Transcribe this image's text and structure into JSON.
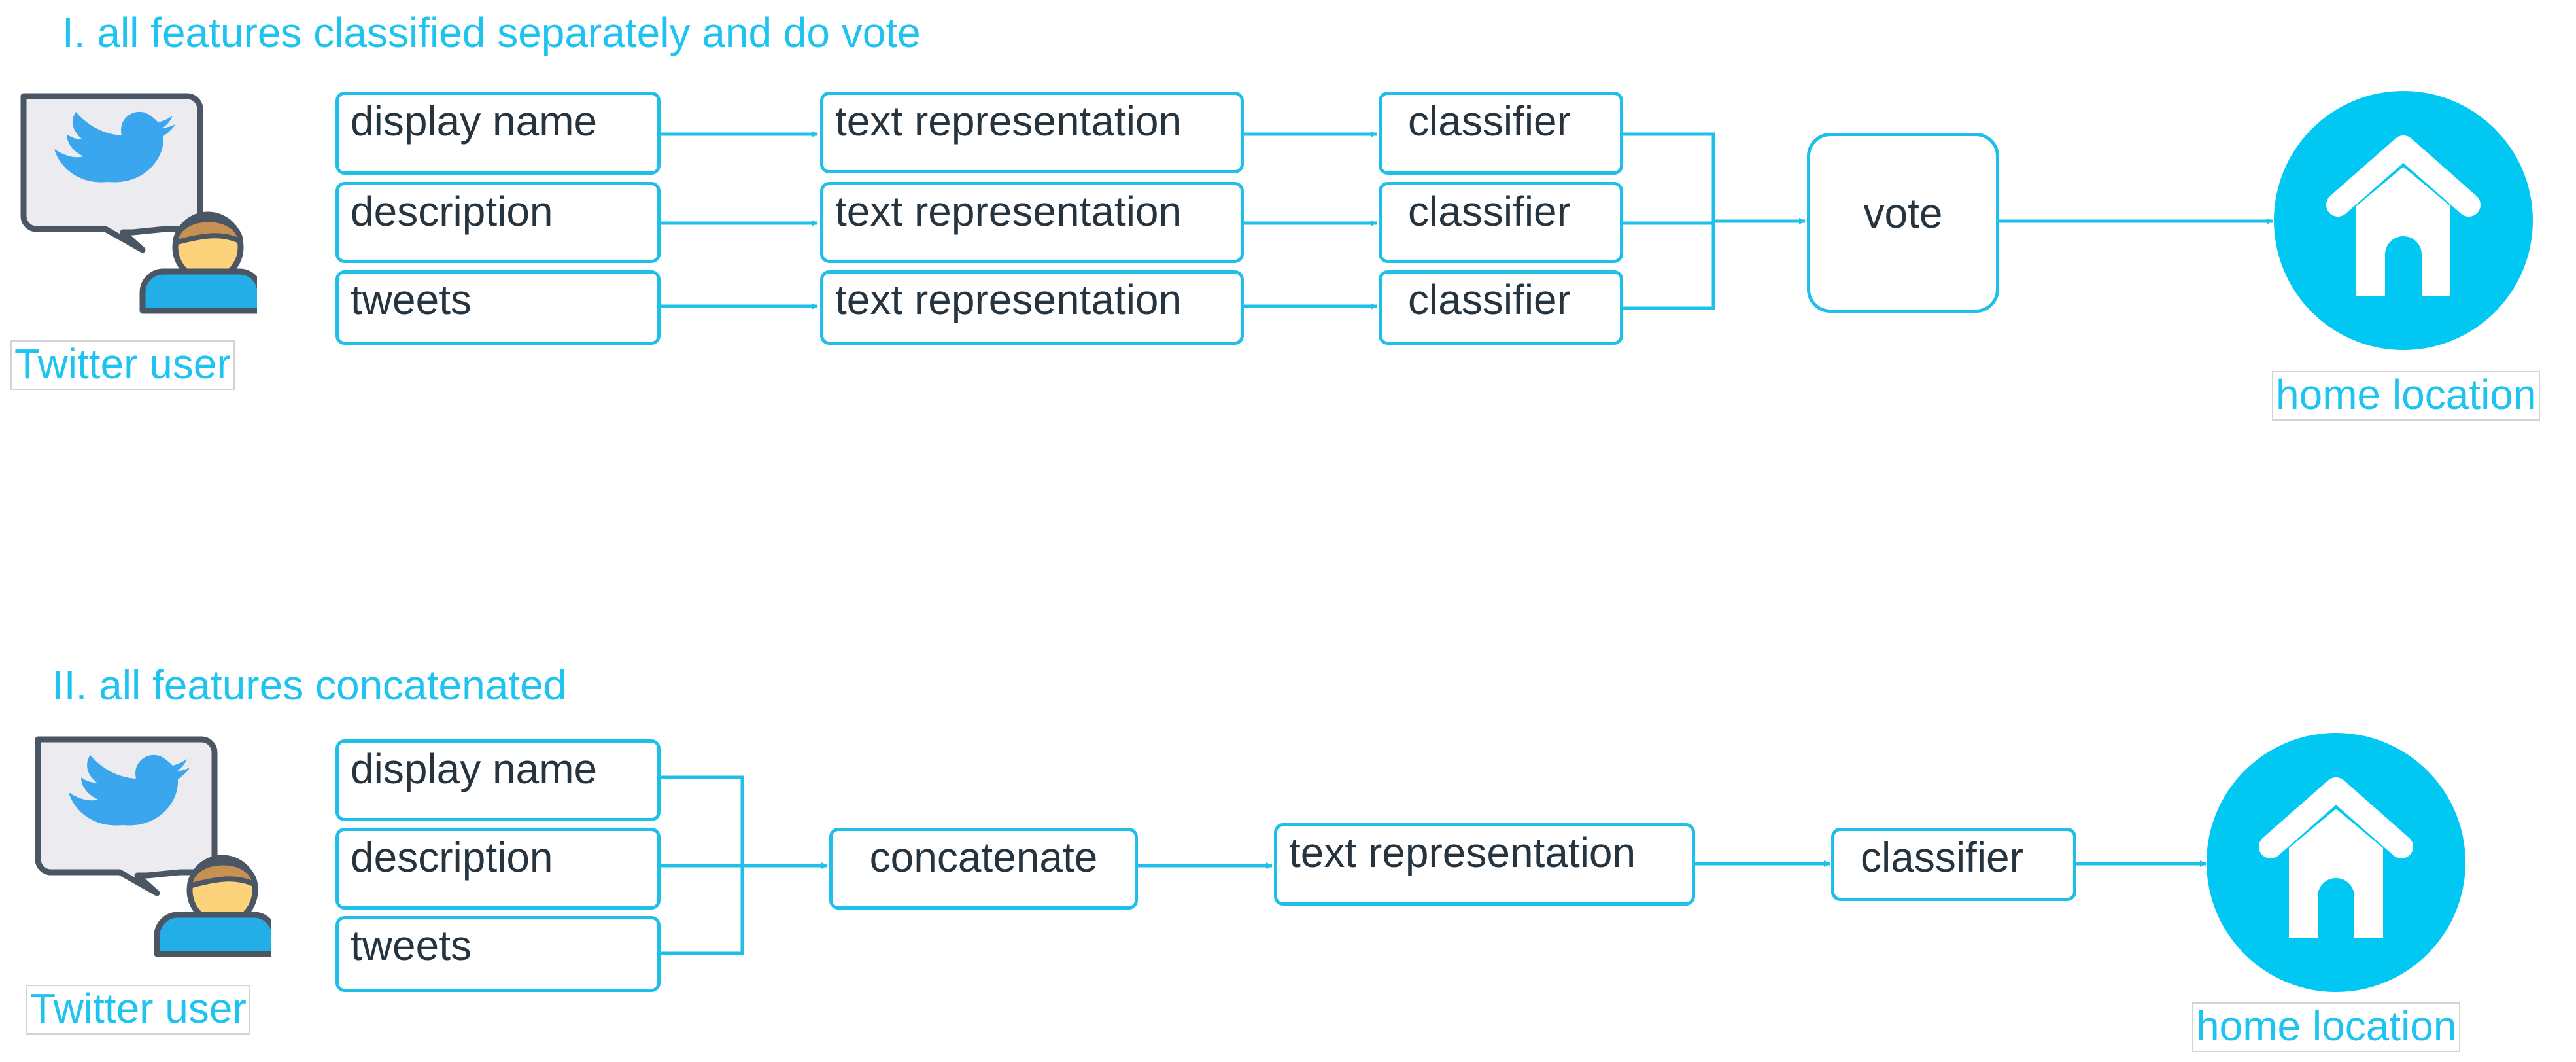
{
  "colors": {
    "accent": "#1ebfe8",
    "text": "#25343f",
    "heading": "#1fc3ef"
  },
  "section1": {
    "title": "I. all features classified separately and do vote",
    "user_label": "Twitter user",
    "features": [
      "display name",
      "description",
      "tweets"
    ],
    "representation": [
      "text representation",
      "text representation",
      "text representation"
    ],
    "classifiers": [
      "classifier",
      "classifier",
      "classifier"
    ],
    "vote": "vote",
    "output_label": "home location"
  },
  "section2": {
    "title": "II. all features concatenated",
    "user_label": "Twitter user",
    "features": [
      "display name",
      "description",
      "tweets"
    ],
    "concat": "concatenate",
    "representation": "text representation",
    "classifier": "classifier",
    "output_label": "home location"
  },
  "icons": {
    "user": "twitter-user-icon",
    "home": "home-location-icon"
  }
}
